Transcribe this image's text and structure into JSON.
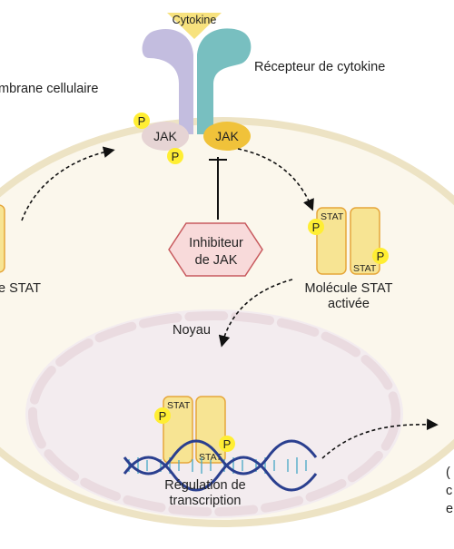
{
  "labels": {
    "cytokine": "Cytokine",
    "receptor": "Récepteur de cytokine",
    "membrane": "mbrane cellulaire",
    "jak_left": "JAK",
    "jak_right": "JAK",
    "phospho": "P",
    "inhibitor_line1": "Inhibiteur",
    "inhibitor_line2": "de JAK",
    "stat_tag": "STAT",
    "inactive_stat": "e STAT",
    "active_stat_line1": "Molécule STAT",
    "active_stat_line2": "activée",
    "nucleus": "Noyau",
    "transcription_line1": "Régulation de",
    "transcription_line2": "transcription",
    "right_edge_1": "(",
    "right_edge_2": "c",
    "right_edge_3": "e"
  },
  "colors": {
    "cell_fill": "#fbf7ec",
    "cell_stroke": "#ede3c4",
    "nucleus_fill": "#f3ecef",
    "nucleus_stroke": "#eadbe0",
    "receptor_left": "#c3bddf",
    "receptor_right": "#78bfc0",
    "cytokine": "#f7e27e",
    "jak_left": "#e6d4d4",
    "jak_right": "#f0c23a",
    "phospho": "#ffee33",
    "stat_fill": "#f7e493",
    "stat_stroke": "#e6a63a",
    "inhibitor_fill": "#f8dada",
    "inhibitor_stroke": "#c85a5e",
    "dna_blue": "#2a3f8f",
    "dna_teal": "#46a7c6"
  }
}
